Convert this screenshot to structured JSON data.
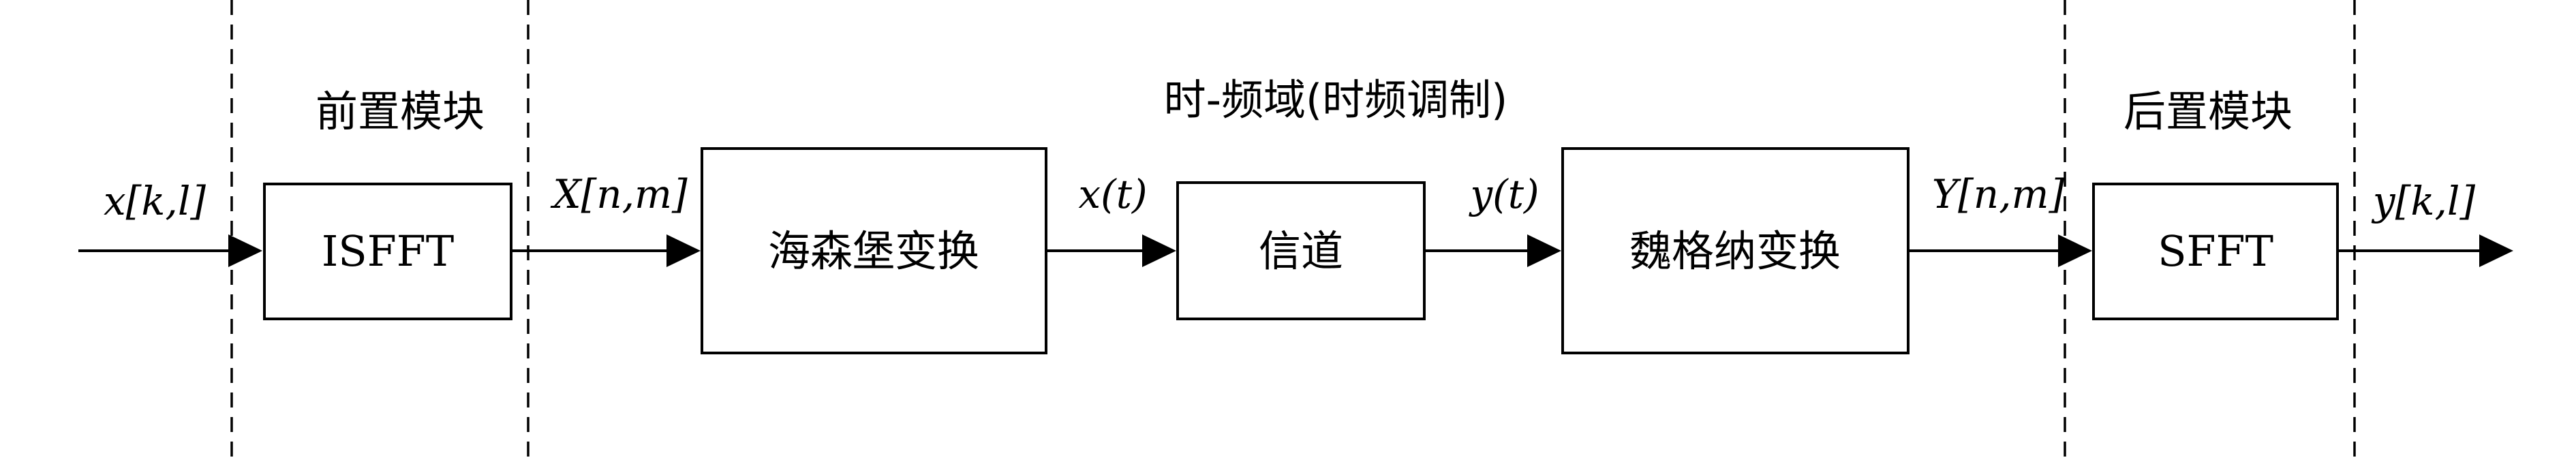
{
  "sections": {
    "pre_module": "前置模块",
    "tf_domain": "时-频域(时频调制)",
    "post_module": "后置模块"
  },
  "blocks": {
    "isfft": "ISFFT",
    "heisenberg": "海森堡变换",
    "channel": "信道",
    "wigner": "魏格纳变换",
    "sfft": "SFFT"
  },
  "signals": {
    "x_kl": "x[k,l]",
    "X_nm": "X[n,m]",
    "x_t": "x(t)",
    "y_t": "y(t)",
    "Y_nm": "Y[n,m]",
    "y_kl": "y[k,l]"
  }
}
